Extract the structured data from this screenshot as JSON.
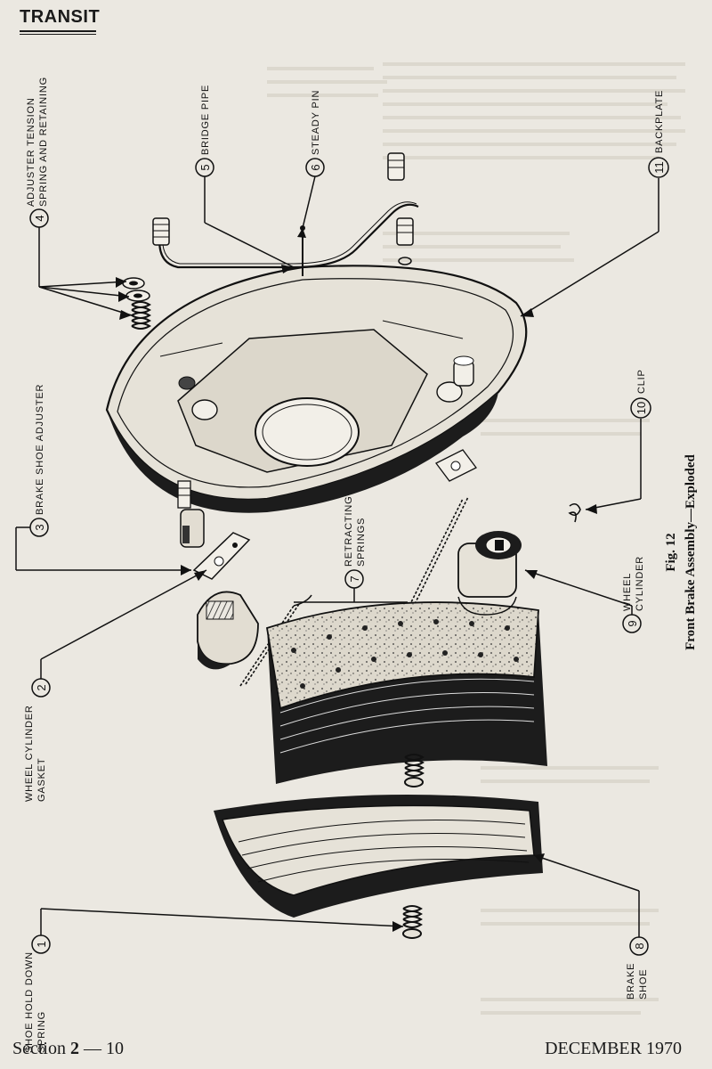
{
  "header": {
    "title": "TRANSIT"
  },
  "footer": {
    "section_prefix": "Section ",
    "section_number": "2",
    "section_page": " — 10",
    "date": "DECEMBER 1970"
  },
  "figure": {
    "number": "Fig. 12",
    "caption": "Front Brake Assembly—Exploded",
    "callouts": [
      {
        "num": "1",
        "label_lines": [
          "SHOE HOLD DOWN",
          "SPRING"
        ]
      },
      {
        "num": "2",
        "label_lines": [
          "WHEEL CYLINDER",
          "GASKET"
        ]
      },
      {
        "num": "3",
        "label_lines": [
          "BRAKE SHOE ADJUSTER"
        ]
      },
      {
        "num": "4",
        "label_lines": [
          "ADJUSTER TENSION",
          "SPRING AND RETAINING"
        ]
      },
      {
        "num": "5",
        "label_lines": [
          "BRIDGE PIPE"
        ]
      },
      {
        "num": "6",
        "label_lines": [
          "STEADY PIN"
        ]
      },
      {
        "num": "7",
        "label_lines": [
          "RETRACTING",
          "SPRINGS"
        ]
      },
      {
        "num": "8",
        "label_lines": [
          "BRAKE",
          "SHOE"
        ]
      },
      {
        "num": "9",
        "label_lines": [
          "WHEEL",
          "CYLINDER"
        ]
      },
      {
        "num": "10",
        "label_lines": [
          "CLIP"
        ]
      },
      {
        "num": "11",
        "label_lines": [
          "BACKPLATE"
        ]
      }
    ]
  }
}
